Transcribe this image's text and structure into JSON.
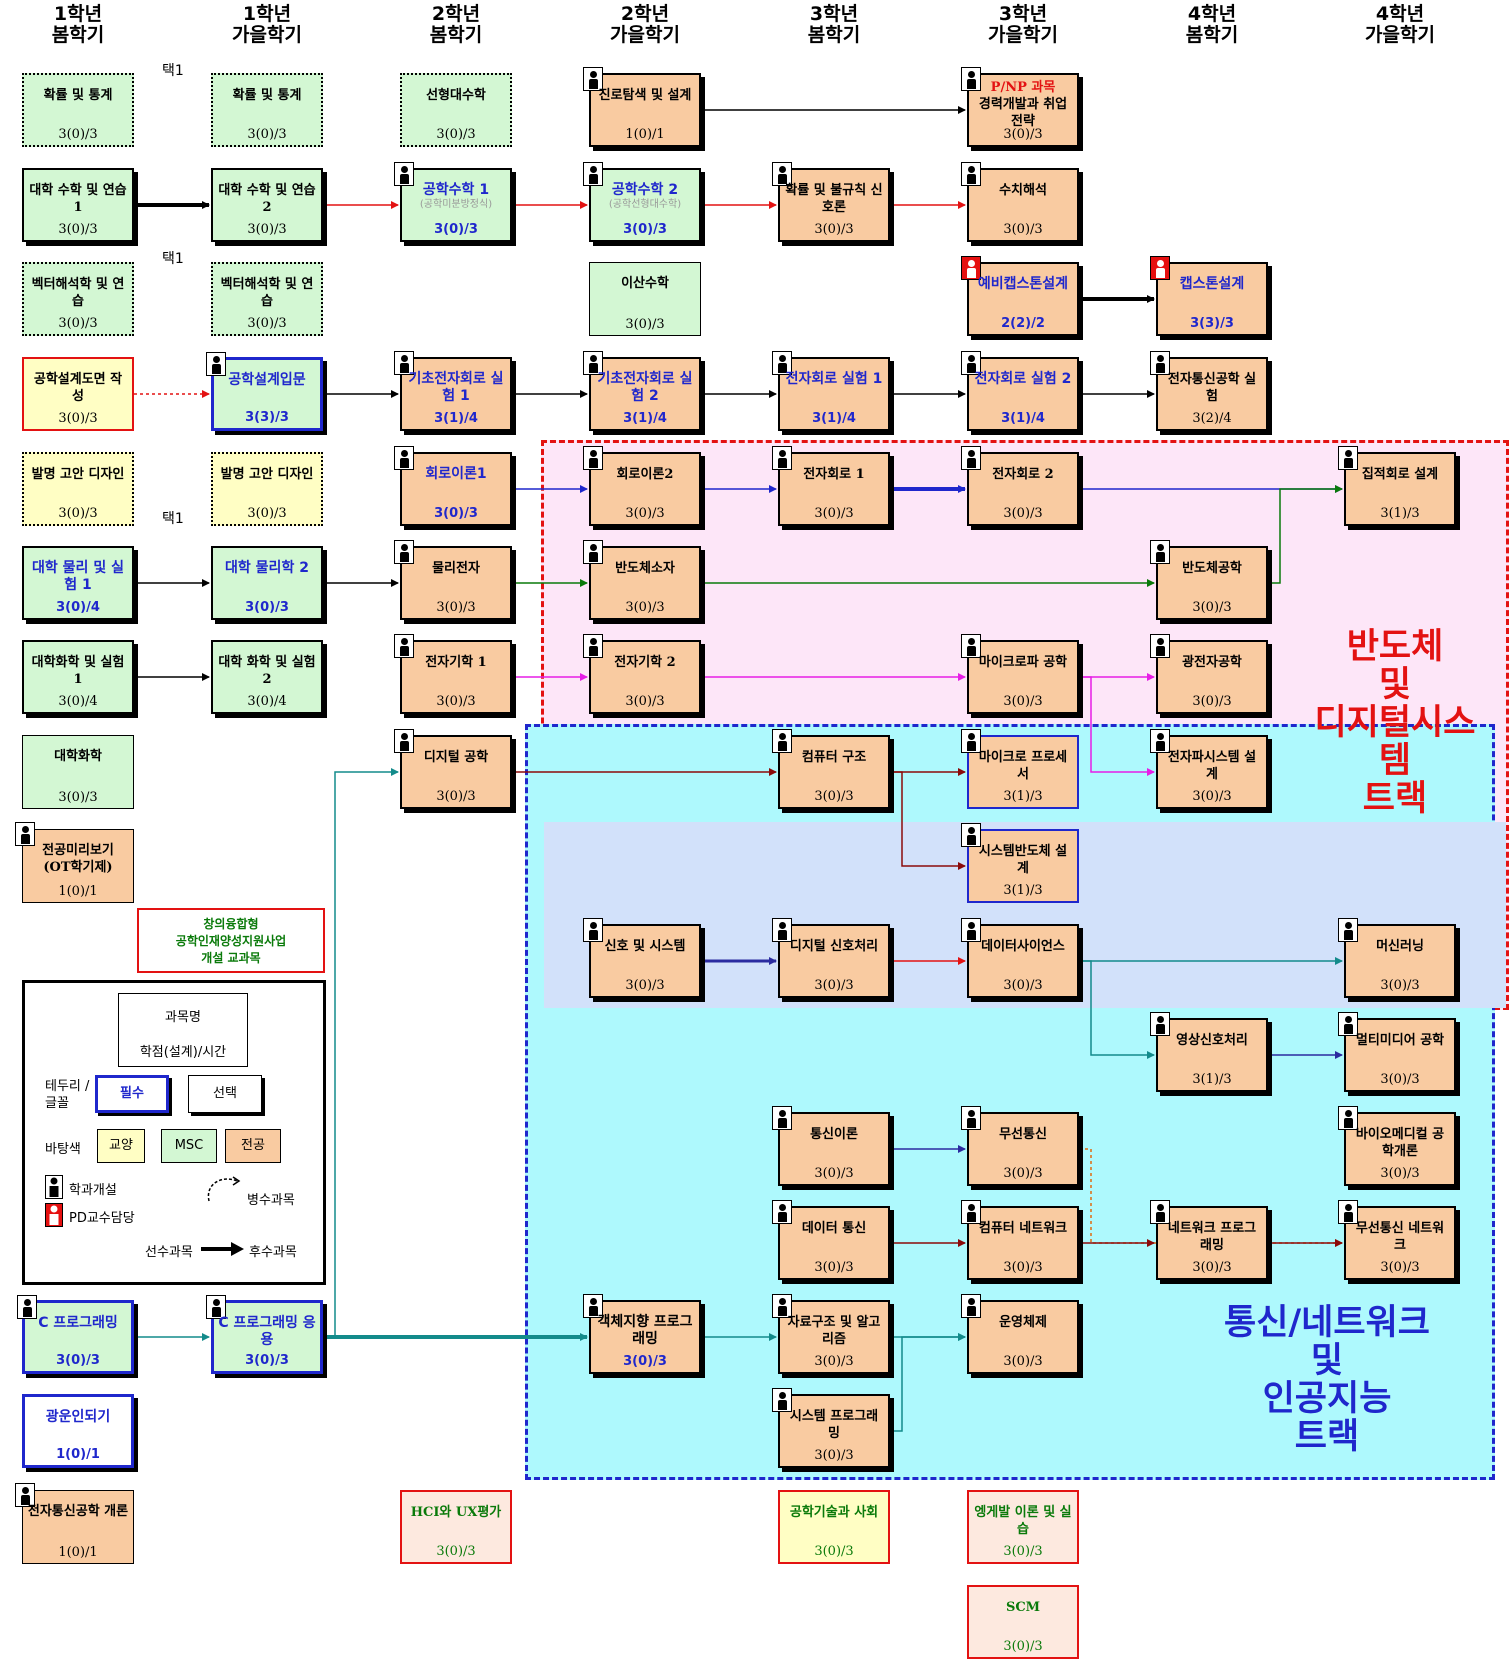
{
  "headers": [
    {
      "year": "1학년",
      "sem": "봄학기"
    },
    {
      "year": "1학년",
      "sem": "가을학기"
    },
    {
      "year": "2학년",
      "sem": "봄학기"
    },
    {
      "year": "2학년",
      "sem": "가을학기"
    },
    {
      "year": "3학년",
      "sem": "봄학기"
    },
    {
      "year": "3학년",
      "sem": "가을학기"
    },
    {
      "year": "4학년",
      "sem": "봄학기"
    },
    {
      "year": "4학년",
      "sem": "가을학기"
    }
  ],
  "colors": {
    "msc": "#d3f7d3",
    "major": "#f9cba1",
    "liberal": "#fffec4",
    "convergence": "#fde9df",
    "red_track": "#fde6f8",
    "blue_track": "#aef9fd",
    "overlap": "#d2e1fa",
    "required_blue": "#1f27cc",
    "red": "#e31212"
  },
  "courses": [
    {
      "id": "c1",
      "name": "확률 및 통계",
      "credit": "3(0)/3",
      "bg": "msc",
      "style": "dotted",
      "col": 0,
      "row": 0
    },
    {
      "id": "c2",
      "name": "대학 수학 및 연습 1",
      "credit": "3(0)/3",
      "bg": "msc",
      "style": "solid",
      "col": 0,
      "row": 1
    },
    {
      "id": "c3",
      "name": "벡터해석학 및 연습",
      "credit": "3(0)/3",
      "bg": "msc",
      "style": "dotted",
      "col": 0,
      "row": 2
    },
    {
      "id": "c4",
      "name": "공학설계도면 작성",
      "credit": "3(0)/3",
      "bg": "liberal",
      "style": "redb",
      "col": 0,
      "row": 3
    },
    {
      "id": "c5",
      "name": "발명 고안 디자인",
      "credit": "3(0)/3",
      "bg": "liberal",
      "style": "dotted",
      "col": 0,
      "row": 4
    },
    {
      "id": "c6",
      "name": "대학 물리 및 실험 1",
      "credit": "3(0)/4",
      "bg": "msc",
      "style": "solid",
      "col": 0,
      "row": 5,
      "blue": true
    },
    {
      "id": "c7",
      "name": "대학화학 및 실험 1",
      "credit": "3(0)/4",
      "bg": "msc",
      "style": "solid",
      "col": 0,
      "row": 6
    },
    {
      "id": "c8",
      "name": "대학화학",
      "credit": "3(0)/3",
      "bg": "msc",
      "style": "thin",
      "col": 0,
      "row": 7
    },
    {
      "id": "c9",
      "name": "전공미리보기 (OT학기제)",
      "credit": "1(0)/1",
      "bg": "major",
      "style": "thin",
      "col": 0,
      "row": 8,
      "dept": true
    },
    {
      "id": "c10",
      "name": "C 프로그래밍",
      "credit": "3(0)/3",
      "bg": "msc",
      "style": "bold",
      "col": 0,
      "row": 13,
      "dept": true,
      "blue": true
    },
    {
      "id": "c11",
      "name": "광운인되기",
      "credit": "1(0)/1",
      "bg": "none",
      "style": "bold",
      "col": 0,
      "row": 14,
      "blue": true
    },
    {
      "id": "c12",
      "name": "전자통신공학 개론",
      "credit": "1(0)/1",
      "bg": "major",
      "style": "thin",
      "col": 0,
      "row": 15,
      "dept": true
    },
    {
      "id": "c13",
      "name": "확률 및 통계",
      "credit": "3(0)/3",
      "bg": "msc",
      "style": "dotted",
      "col": 1,
      "row": 0
    },
    {
      "id": "c14",
      "name": "대학 수학 및 연습 2",
      "credit": "3(0)/3",
      "bg": "msc",
      "style": "solid",
      "col": 1,
      "row": 1
    },
    {
      "id": "c15",
      "name": "벡터해석학 및 연습",
      "credit": "3(0)/3",
      "bg": "msc",
      "style": "dotted",
      "col": 1,
      "row": 2
    },
    {
      "id": "c16",
      "name": "공학설계입문",
      "credit": "3(3)/3",
      "bg": "msc",
      "style": "bold",
      "col": 1,
      "row": 3,
      "dept": true,
      "blue": true
    },
    {
      "id": "c17",
      "name": "발명 고안 디자인",
      "credit": "3(0)/3",
      "bg": "liberal",
      "style": "dotted",
      "col": 1,
      "row": 4
    },
    {
      "id": "c18",
      "name": "대학 물리학 2",
      "credit": "3(0)/3",
      "bg": "msc",
      "style": "solid",
      "col": 1,
      "row": 5,
      "blue": true
    },
    {
      "id": "c19",
      "name": "대학 화학 및 실험 2",
      "credit": "3(0)/4",
      "bg": "msc",
      "style": "solid",
      "col": 1,
      "row": 6
    },
    {
      "id": "c20",
      "name": "C 프로그래밍 응용",
      "credit": "3(0)/3",
      "bg": "msc",
      "style": "bold",
      "col": 1,
      "row": 13,
      "dept": true,
      "blue": true
    },
    {
      "id": "c21",
      "name": "선형대수학",
      "credit": "3(0)/3",
      "bg": "msc",
      "style": "dotted",
      "col": 2,
      "row": 0
    },
    {
      "id": "c22",
      "name": "공학수학 1",
      "sub": "(공학미분방정식)",
      "credit": "3(0)/3",
      "bg": "msc",
      "style": "solid",
      "col": 2,
      "row": 1,
      "dept": true,
      "blue": true
    },
    {
      "id": "c23",
      "name": "기초전자회로 실험 1",
      "credit": "3(1)/4",
      "bg": "major",
      "style": "solid",
      "col": 2,
      "row": 3,
      "dept": true,
      "blue": true
    },
    {
      "id": "c24",
      "name": "회로이론1",
      "credit": "3(0)/3",
      "bg": "major",
      "style": "solid",
      "col": 2,
      "row": 4,
      "dept": true,
      "blue": true
    },
    {
      "id": "c25",
      "name": "물리전자",
      "credit": "3(0)/3",
      "bg": "major",
      "style": "solid",
      "col": 2,
      "row": 5,
      "dept": true
    },
    {
      "id": "c26",
      "name": "전자기학 1",
      "credit": "3(0)/3",
      "bg": "major",
      "style": "solid",
      "col": 2,
      "row": 6,
      "dept": true
    },
    {
      "id": "c27",
      "name": "디지털 공학",
      "credit": "3(0)/3",
      "bg": "major",
      "style": "solid",
      "col": 2,
      "row": 7,
      "dept": true
    },
    {
      "id": "c28",
      "name": "HCI와 UX평가",
      "credit": "3(0)/3",
      "bg": "convergence",
      "style": "redb",
      "col": 2,
      "row": 15,
      "green": true
    },
    {
      "id": "c29",
      "name": "진로탐색 및 설계",
      "credit": "1(0)/1",
      "bg": "major",
      "style": "solid",
      "col": 3,
      "row": 0,
      "dept": true
    },
    {
      "id": "c30",
      "name": "공학수학 2",
      "sub": "(공학선형대수학)",
      "credit": "3(0)/3",
      "bg": "msc",
      "style": "solid",
      "col": 3,
      "row": 1,
      "dept": true,
      "blue": true
    },
    {
      "id": "c31",
      "name": "이산수학",
      "credit": "3(0)/3",
      "bg": "msc",
      "style": "thin",
      "col": 3,
      "row": 2
    },
    {
      "id": "c32",
      "name": "기초전자회로 실험 2",
      "credit": "3(1)/4",
      "bg": "major",
      "style": "solid",
      "col": 3,
      "row": 3,
      "dept": true,
      "blue": true
    },
    {
      "id": "c33",
      "name": "회로이론2",
      "credit": "3(0)/3",
      "bg": "major",
      "style": "solid",
      "col": 3,
      "row": 4,
      "dept": true
    },
    {
      "id": "c34",
      "name": "반도체소자",
      "credit": "3(0)/3",
      "bg": "major",
      "style": "solid",
      "col": 3,
      "row": 5,
      "dept": true
    },
    {
      "id": "c35",
      "name": "전자기학 2",
      "credit": "3(0)/3",
      "bg": "major",
      "style": "solid",
      "col": 3,
      "row": 6,
      "dept": true
    },
    {
      "id": "c36",
      "name": "신호 및 시스템",
      "credit": "3(0)/3",
      "bg": "major",
      "style": "solid",
      "col": 3,
      "row": 9,
      "dept": true
    },
    {
      "id": "c37",
      "name": "객체지향 프로그래밍",
      "credit": "3(0)/3",
      "bg": "major",
      "style": "solid",
      "col": 3,
      "row": 13,
      "dept": true,
      "blue": true,
      "black": true
    },
    {
      "id": "c38",
      "name": "확률 및 불규칙 신호론",
      "credit": "3(0)/3",
      "bg": "major",
      "style": "solid",
      "col": 4,
      "row": 1,
      "dept": true
    },
    {
      "id": "c39",
      "name": "전자회로 실험 1",
      "credit": "3(1)/4",
      "bg": "major",
      "style": "solid",
      "col": 4,
      "row": 3,
      "dept": true,
      "blue": true
    },
    {
      "id": "c40",
      "name": "전자회로 1",
      "credit": "3(0)/3",
      "bg": "major",
      "style": "solid",
      "col": 4,
      "row": 4,
      "dept": true
    },
    {
      "id": "c41",
      "name": "컴퓨터 구조",
      "credit": "3(0)/3",
      "bg": "major",
      "style": "solid",
      "col": 4,
      "row": 7,
      "dept": true
    },
    {
      "id": "c42",
      "name": "디지털 신호처리",
      "credit": "3(0)/3",
      "bg": "major",
      "style": "solid",
      "col": 4,
      "row": 9,
      "dept": true
    },
    {
      "id": "c43",
      "name": "통신이론",
      "credit": "3(0)/3",
      "bg": "major",
      "style": "solid",
      "col": 4,
      "row": 11,
      "dept": true
    },
    {
      "id": "c44",
      "name": "데이터 통신",
      "credit": "3(0)/3",
      "bg": "major",
      "style": "solid",
      "col": 4,
      "row": 12,
      "dept": true
    },
    {
      "id": "c45",
      "name": "자료구조 및 알고리즘",
      "credit": "3(0)/3",
      "bg": "major",
      "style": "solid",
      "col": 4,
      "row": 13,
      "dept": true
    },
    {
      "id": "c46",
      "name": "시스템 프로그래밍",
      "credit": "3(0)/3",
      "bg": "major",
      "style": "solid",
      "col": 4,
      "row": 14,
      "dept": true
    },
    {
      "id": "c47",
      "name": "공학기술과 사회",
      "credit": "3(0)/3",
      "bg": "liberal",
      "style": "redb",
      "col": 4,
      "row": 15,
      "green": true
    },
    {
      "id": "c48",
      "name": "경력개발과 취업전략",
      "tag": "P/NP 과목",
      "credit": "3(0)/3",
      "bg": "major",
      "style": "solid",
      "col": 5,
      "row": 0,
      "dept": true
    },
    {
      "id": "c49",
      "name": "수치해석",
      "credit": "3(0)/3",
      "bg": "major",
      "style": "solid",
      "col": 5,
      "row": 1,
      "dept": true
    },
    {
      "id": "c50",
      "name": "예비캡스톤설계",
      "credit": "2(2)/2",
      "bg": "major",
      "style": "solid",
      "col": 5,
      "row": 2,
      "pd": true,
      "blue": true
    },
    {
      "id": "c51",
      "name": "전자회로 실험 2",
      "credit": "3(1)/4",
      "bg": "major",
      "style": "solid",
      "col": 5,
      "row": 3,
      "dept": true,
      "blue": true
    },
    {
      "id": "c52",
      "name": "전자회로 2",
      "credit": "3(0)/3",
      "bg": "major",
      "style": "solid",
      "col": 5,
      "row": 4,
      "dept": true
    },
    {
      "id": "c53",
      "name": "마이크로파 공학",
      "credit": "3(0)/3",
      "bg": "major",
      "style": "solid",
      "col": 5,
      "row": 6,
      "dept": true
    },
    {
      "id": "c54",
      "name": "마이크로 프로세서",
      "credit": "3(1)/3",
      "bg": "major",
      "style": "blueb",
      "col": 5,
      "row": 7,
      "dept": true
    },
    {
      "id": "c55",
      "name": "시스템반도체 설계",
      "credit": "3(1)/3",
      "bg": "major",
      "style": "blueb",
      "col": 5,
      "row": 8,
      "dept": true
    },
    {
      "id": "c56",
      "name": "데이터사이언스",
      "credit": "3(0)/3",
      "bg": "major",
      "style": "solid",
      "col": 5,
      "row": 9,
      "dept": true
    },
    {
      "id": "c57",
      "name": "무선통신",
      "credit": "3(0)/3",
      "bg": "major",
      "style": "solid",
      "col": 5,
      "row": 11,
      "dept": true
    },
    {
      "id": "c58",
      "name": "컴퓨터 네트워크",
      "credit": "3(0)/3",
      "bg": "major",
      "style": "solid",
      "col": 5,
      "row": 12,
      "dept": true
    },
    {
      "id": "c59",
      "name": "운영체제",
      "credit": "3(0)/3",
      "bg": "major",
      "style": "solid",
      "col": 5,
      "row": 13,
      "dept": true
    },
    {
      "id": "c60",
      "name": "엥게발 이론 및 실습",
      "credit": "3(0)/3",
      "bg": "convergence",
      "style": "redb",
      "col": 5,
      "row": 15,
      "green": true
    },
    {
      "id": "c61",
      "name": "SCM",
      "credit": "3(0)/3",
      "bg": "convergence",
      "style": "redb",
      "col": 5,
      "row": 16,
      "green": true
    },
    {
      "id": "c62",
      "name": "캡스톤설계",
      "credit": "3(3)/3",
      "bg": "major",
      "style": "solid",
      "col": 6,
      "row": 2,
      "pd": true,
      "blue": true
    },
    {
      "id": "c63",
      "name": "전자통신공학 실험",
      "credit": "3(2)/4",
      "bg": "major",
      "style": "solid",
      "col": 6,
      "row": 3,
      "dept": true
    },
    {
      "id": "c64",
      "name": "반도체공학",
      "credit": "3(0)/3",
      "bg": "major",
      "style": "solid",
      "col": 6,
      "row": 5,
      "dept": true
    },
    {
      "id": "c65",
      "name": "광전자공학",
      "credit": "3(0)/3",
      "bg": "major",
      "style": "solid",
      "col": 6,
      "row": 6,
      "dept": true
    },
    {
      "id": "c66",
      "name": "전자파시스템 설계",
      "credit": "3(0)/3",
      "bg": "major",
      "style": "solid",
      "col": 6,
      "row": 7,
      "dept": true
    },
    {
      "id": "c67",
      "name": "영상신호처리",
      "credit": "3(1)/3",
      "bg": "major",
      "style": "solid",
      "col": 6,
      "row": 10,
      "dept": true
    },
    {
      "id": "c68",
      "name": "네트워크 프로그래밍",
      "credit": "3(0)/3",
      "bg": "major",
      "style": "solid",
      "col": 6,
      "row": 12,
      "dept": true
    },
    {
      "id": "c69",
      "name": "집적회로 설계",
      "credit": "3(1)/3",
      "bg": "major",
      "style": "solid",
      "col": 7,
      "row": 4,
      "dept": true
    },
    {
      "id": "c70",
      "name": "머신러닝",
      "credit": "3(0)/3",
      "bg": "major",
      "style": "solid",
      "col": 7,
      "row": 9,
      "dept": true
    },
    {
      "id": "c71",
      "name": "멀티미디어 공학",
      "credit": "3(0)/3",
      "bg": "major",
      "style": "solid",
      "col": 7,
      "row": 10,
      "dept": true
    },
    {
      "id": "c72",
      "name": "바이오메디컬 공학개론",
      "credit": "3(0)/3",
      "bg": "major",
      "style": "solid",
      "col": 7,
      "row": 11,
      "dept": true
    },
    {
      "id": "c73",
      "name": "무선통신 네트워크",
      "credit": "3(0)/3",
      "bg": "major",
      "style": "solid",
      "col": 7,
      "row": 12,
      "dept": true
    }
  ],
  "choice_tags": [
    "택1",
    "택1",
    "택1"
  ],
  "tracks": {
    "red": [
      "반도체",
      "및",
      "디지털시스템",
      "트랙"
    ],
    "blue": [
      "통신/네트워크",
      "및",
      "인공지능",
      "트랙"
    ]
  },
  "note": [
    "창의융합형",
    "공학인재양성지원사업",
    "개설 교과목"
  ],
  "legend": {
    "course_name": "과목명",
    "credit_format": "학점(설계)/시간",
    "border_label": "테두리 /글꼴",
    "required": "필수",
    "elective": "선택",
    "bg_label": "바탕색",
    "liberal": "교양",
    "msc": "MSC",
    "major": "전공",
    "dept_offered": "학과개설",
    "pd_prof": "PD교수담당",
    "concurrent": "병수과목",
    "prereq": "선수과목",
    "follow": "후수과목"
  },
  "links": [
    {
      "from": "c2",
      "to": "c14",
      "color": "#000",
      "w": 4
    },
    {
      "from": "c14",
      "to": "c22",
      "color": "#e31212",
      "w": 1.5
    },
    {
      "from": "c22",
      "to": "c30",
      "color": "#e31212",
      "w": 1.5
    },
    {
      "from": "c30",
      "to": "c38",
      "color": "#e31212",
      "w": 1.5
    },
    {
      "from": "c29",
      "to": "c48",
      "color": "#000",
      "w": 1.5
    },
    {
      "from": "c38",
      "to": "c49",
      "color": "#e31212",
      "w": 1.5
    },
    {
      "from": "c16",
      "to": "c23",
      "color": "#000",
      "w": 1.5
    },
    {
      "from": "c23",
      "to": "c32",
      "color": "#000",
      "w": 1.5
    },
    {
      "from": "c32",
      "to": "c39",
      "color": "#000",
      "w": 1.5
    },
    {
      "from": "c39",
      "to": "c51",
      "color": "#000",
      "w": 1.5
    },
    {
      "from": "c51",
      "to": "c63",
      "color": "#000",
      "w": 1.5
    },
    {
      "from": "c50",
      "to": "c62",
      "color": "#000",
      "w": 4
    },
    {
      "from": "c24",
      "to": "c33",
      "color": "#1f27cc",
      "w": 1.5
    },
    {
      "from": "c33",
      "to": "c40",
      "color": "#1f27cc",
      "w": 1.5
    },
    {
      "from": "c40",
      "to": "c52",
      "color": "#1f27cc",
      "w": 4
    },
    {
      "from": "c52",
      "to": "c69",
      "color": "#1f27cc",
      "w": 1.5
    },
    {
      "from": "c6",
      "to": "c18",
      "color": "#000",
      "w": 1.5
    },
    {
      "from": "c18",
      "to": "c25",
      "color": "#000",
      "w": 1.5
    },
    {
      "from": "c25",
      "to": "c34",
      "color": "#0a7a0a",
      "w": 1.5
    },
    {
      "from": "c34",
      "to": "c64",
      "color": "#0a7a0a",
      "w": 1.5
    },
    {
      "from": "c64",
      "to": "c69",
      "color": "#0a7a0a",
      "w": 1.5
    },
    {
      "from": "c7",
      "to": "c19",
      "color": "#000",
      "w": 1.5
    },
    {
      "from": "c26",
      "to": "c35",
      "color": "#e61ee6",
      "w": 1.5
    },
    {
      "from": "c35",
      "to": "c53",
      "color": "#e61ee6",
      "w": 1.5
    },
    {
      "from": "c53",
      "to": "c65",
      "color": "#e61ee6",
      "w": 1.5
    },
    {
      "from": "c53",
      "to": "c66",
      "color": "#e61ee6",
      "w": 1.5
    },
    {
      "from": "c27",
      "to": "c41",
      "color": "#8b0a0a",
      "w": 1.5
    },
    {
      "from": "c41",
      "to": "c54",
      "color": "#8b0a0a",
      "w": 1.5
    },
    {
      "from": "c41",
      "to": "c55",
      "color": "#8b0a0a",
      "w": 1.5
    },
    {
      "from": "c36",
      "to": "c42",
      "color": "#2b2ba0",
      "w": 3
    },
    {
      "from": "c42",
      "to": "c56",
      "color": "#e31212",
      "w": 1.5
    },
    {
      "from": "c56",
      "to": "c70",
      "color": "#138b8b",
      "w": 1.5
    },
    {
      "from": "c56",
      "to": "c67",
      "color": "#138b8b",
      "w": 1.5
    },
    {
      "from": "c67",
      "to": "c71",
      "color": "#2b2ba0",
      "w": 1.5
    },
    {
      "from": "c43",
      "to": "c57",
      "color": "#2b2ba0",
      "w": 1.5
    },
    {
      "from": "c57",
      "to": "c73",
      "color": "#e06b10",
      "w": 1.5,
      "dash": true
    },
    {
      "from": "c44",
      "to": "c58",
      "color": "#8b0a0a",
      "w": 1.5
    },
    {
      "from": "c58",
      "to": "c68",
      "color": "#8b0a0a",
      "w": 1.5
    },
    {
      "from": "c68",
      "to": "c73",
      "color": "#8b0a0a",
      "w": 1.5
    },
    {
      "from": "c10",
      "to": "c20",
      "color": "#138b8b",
      "w": 1.5
    },
    {
      "from": "c20",
      "to": "c37",
      "color": "#138b8b",
      "w": 4
    },
    {
      "from": "c37",
      "to": "c45",
      "color": "#138b8b",
      "w": 1.5
    },
    {
      "from": "c45",
      "to": "c59",
      "color": "#138b8b",
      "w": 1.5
    },
    {
      "from": "c46",
      "to": "c59",
      "color": "#138b8b",
      "w": 1.5
    },
    {
      "from": "c20",
      "to": "c27",
      "color": "#138b8b",
      "w": 1.5
    },
    {
      "from": "c4",
      "to": "c16",
      "color": "#e31212",
      "w": 1.5,
      "dash": true
    }
  ]
}
